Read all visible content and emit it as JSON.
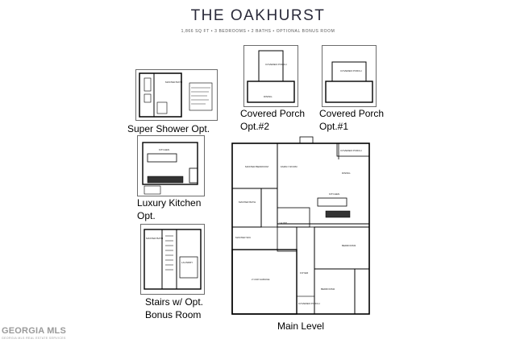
{
  "header": {
    "title": "THE OAKHURST",
    "subtitle": "1,866 SQ FT • 3 BEDROOMS • 2 BATHS • OPTIONAL BONUS ROOM"
  },
  "options": {
    "super_shower": {
      "caption": "Super Shower Opt."
    },
    "porch2": {
      "caption_line1": "Covered Porch",
      "caption_line2": "Opt.#2"
    },
    "porch1": {
      "caption_line1": "Covered Porch",
      "caption_line2": "Opt.#1"
    },
    "kitchen": {
      "caption_line1": "Luxury Kitchen",
      "caption_line2": "Opt."
    },
    "stairs": {
      "caption_line1": "Stairs w/ Opt.",
      "caption_line2": "Bonus Room"
    }
  },
  "main_level": {
    "caption": "Main Level",
    "labels": {
      "master_bedroom": "MASTER BEDROOM",
      "family_room": "FAMILY ROOM",
      "covered_porch": "COVERED PORCH",
      "dining": "DINING",
      "kitchen": "KITCHEN",
      "master_bath": "MASTER BATH",
      "master_wic": "MASTER W/C",
      "laund": "LAUND.",
      "bedroom3": "BEDROOM3",
      "bedroom2": "BEDROOM2",
      "garage": "2 CAR GARAGE",
      "foyer": "FOYER",
      "front_porch": "COVERED PORCH"
    }
  },
  "thumb_labels": {
    "master_bath": "MASTER BATH",
    "kitchen": "KITCHEN",
    "laundry": "LAUNDRY",
    "covered_porch": "COVERED PORCH",
    "dining": "DINING"
  },
  "watermark": {
    "brand": "GEORGIA MLS",
    "sub": "GEORGIA MLS REAL ESTATE SERVICES"
  }
}
